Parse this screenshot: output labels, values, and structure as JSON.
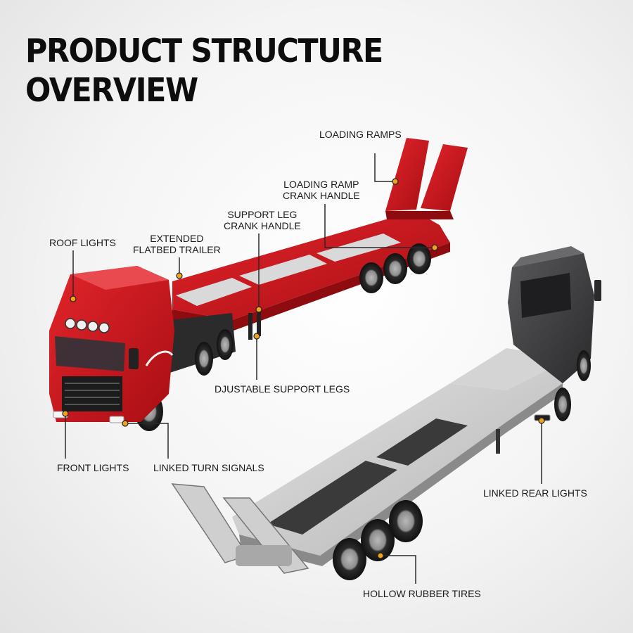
{
  "title": {
    "line1": "PRODUCT STRUCTURE",
    "line2": "OVERVIEW"
  },
  "callouts": {
    "loading_ramps": "LOADING RAMPS",
    "ramp_crank_1": "LOADING RAMP",
    "ramp_crank_2": "CRANK HANDLE",
    "support_leg_1": "SUPPORT LEG",
    "support_leg_2": "CRANK HANDLE",
    "roof_lights": "ROOF LIGHTS",
    "flatbed_1": "EXTENDED",
    "flatbed_2": "FLATBED TRAILER",
    "support_legs": "DJUSTABLE SUPPORT LEGS",
    "front_lights": "FRONT LIGHTS",
    "turn_signals": "LINKED TURN SIGNALS",
    "rear_lights": "LINKED REAR LIGHTS",
    "tires": "HOLLOW RUBBER TIRES"
  },
  "colors": {
    "accent_dot": "#f2a21b",
    "truck_red": "#c8141c",
    "truck_black": "#3b3b3d",
    "trailer_silver": "#c8c8c8"
  }
}
